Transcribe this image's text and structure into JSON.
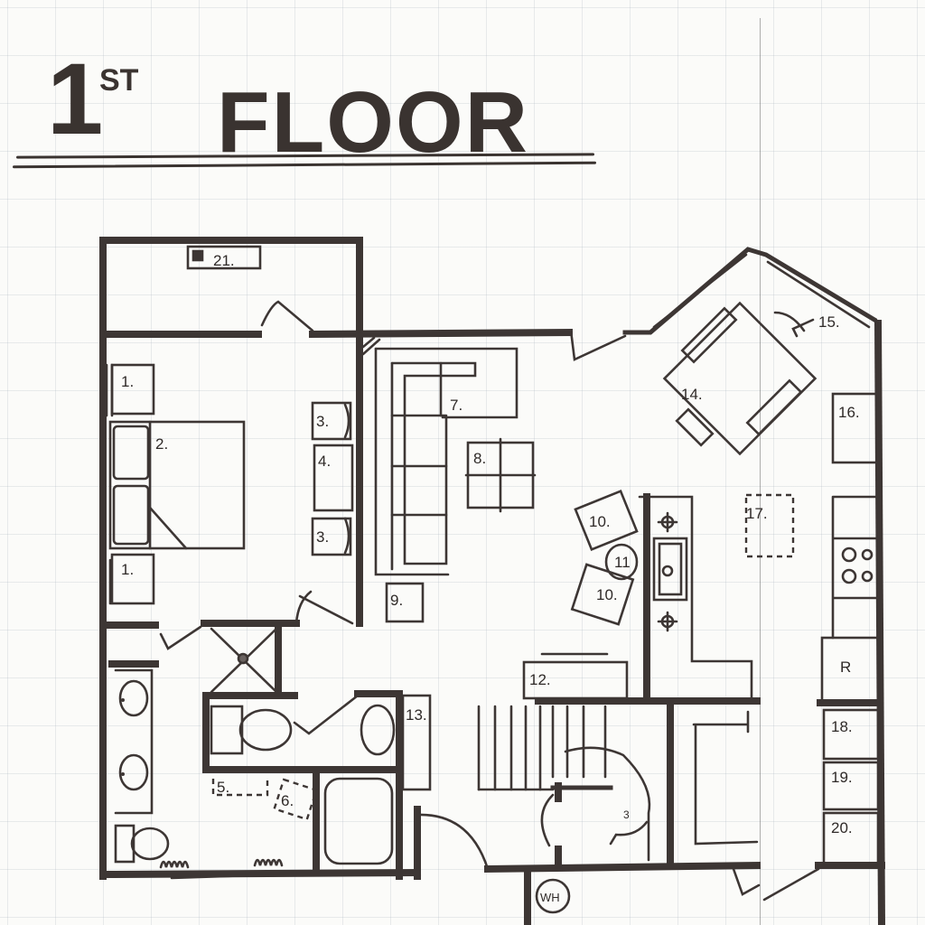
{
  "title": {
    "number": "1",
    "superscript": "ST",
    "word": "FLOOR"
  },
  "colors": {
    "ink": "#3d3634",
    "paper": "#fbfbf9",
    "grid": "#a0aab9"
  },
  "labels": {
    "l1a": "1.",
    "l1b": "1.",
    "l2": "2.",
    "l3a": "3.",
    "l3b": "3.",
    "l4": "4.",
    "l5": "5.",
    "l6": "6.",
    "l7": "7.",
    "l8": "8.",
    "l9": "9.",
    "l10a": "10.",
    "l10b": "10.",
    "l11": "11",
    "l12": "12.",
    "l13": "13.",
    "l14": "14.",
    "l15": "15.",
    "l16": "16.",
    "l17": "17.",
    "l18": "18.",
    "l19": "19.",
    "l20": "20.",
    "l21": "21.",
    "refrigerator": "R",
    "water_heater": "WH"
  },
  "rooms": [
    {
      "id": "closet",
      "items": [
        "21"
      ]
    },
    {
      "id": "bedroom",
      "items": [
        "1",
        "2",
        "3",
        "4",
        "3",
        "1"
      ]
    },
    {
      "id": "bathroom",
      "items": [
        "5",
        "6",
        "13"
      ]
    },
    {
      "id": "living",
      "items": [
        "7",
        "8",
        "9"
      ]
    },
    {
      "id": "kitchen",
      "items": [
        "10",
        "11",
        "10",
        "12",
        "16",
        "17",
        "R",
        "18",
        "19",
        "20"
      ]
    },
    {
      "id": "dining",
      "items": [
        "14",
        "15"
      ]
    },
    {
      "id": "utility",
      "items": [
        "WH"
      ]
    }
  ]
}
